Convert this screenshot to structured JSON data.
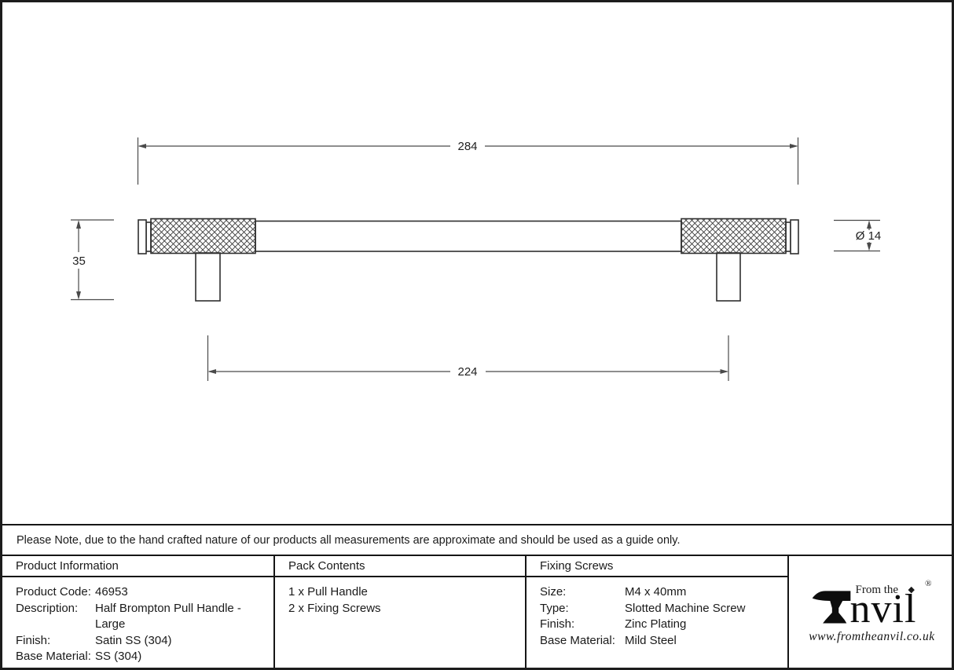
{
  "drawing": {
    "overall_length": "284",
    "fixing_centres": "224",
    "projection_height": "35",
    "diameter": "Ø 14"
  },
  "note": {
    "text": "Please Note, due to the hand crafted nature of our products all measurements are approximate and should be used as a guide only."
  },
  "table": {
    "product_information": {
      "header": "Product Information",
      "rows": [
        {
          "label": "Product Code:",
          "value": "46953"
        },
        {
          "label": "Description:",
          "value": "Half Brompton Pull Handle - Large"
        },
        {
          "label": "Finish:",
          "value": "Satin SS (304)"
        },
        {
          "label": "Base Material:",
          "value": "SS (304)"
        }
      ]
    },
    "pack_contents": {
      "header": "Pack Contents",
      "items": [
        "1 x Pull Handle",
        "2 x Fixing Screws"
      ]
    },
    "fixing_screws": {
      "header": "Fixing Screws",
      "rows": [
        {
          "label": "Size:",
          "value": "M4 x 40mm"
        },
        {
          "label": "Type:",
          "value": "Slotted Machine Screw"
        },
        {
          "label": "Finish:",
          "value": "Zinc Plating"
        },
        {
          "label": "Base Material:",
          "value": "Mild Steel"
        }
      ]
    }
  },
  "logo": {
    "tagline": "From the",
    "brand_text": "nvil",
    "diamond_mark": "◆",
    "registered_mark": "®",
    "url": "www.fromtheanvil.co.uk"
  },
  "colors": {
    "outline": "#2e2e2e",
    "dimension_line": "#4a4a4a",
    "border": "#161616",
    "background": "#ffffff"
  }
}
